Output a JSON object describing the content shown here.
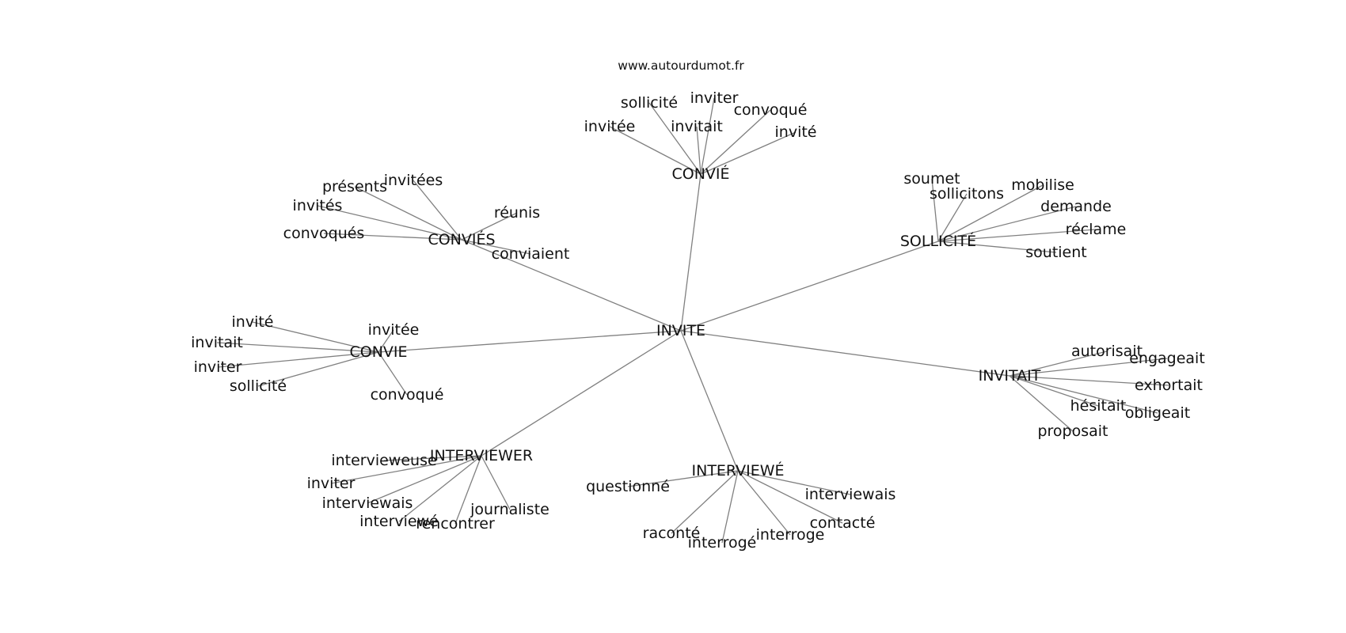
{
  "site": "www.autourdumot.fr",
  "graph": {
    "root": "INVITE",
    "groups": [
      {
        "hub": "CONVIÉ",
        "leaves": [
          "invitée",
          "sollicité",
          "invitait",
          "inviter",
          "convoqué",
          "invité"
        ]
      },
      {
        "hub": "CONVIÉS",
        "leaves": [
          "convoqués",
          "invités",
          "présents",
          "invitées",
          "réunis",
          "conviaient"
        ]
      },
      {
        "hub": "SOLLICITÉ",
        "leaves": [
          "soumet",
          "sollicitons",
          "mobilise",
          "demande",
          "réclame",
          "soutient"
        ]
      },
      {
        "hub": "CONVIE",
        "leaves": [
          "invité",
          "invitée",
          "invitait",
          "inviter",
          "sollicité",
          "convoqué"
        ]
      },
      {
        "hub": "INVITAIT",
        "leaves": [
          "autorisait",
          "engageait",
          "exhortait",
          "hésitait",
          "obligeait",
          "proposait"
        ]
      },
      {
        "hub": "INTERVIEWER",
        "leaves": [
          "intervieweuse",
          "inviter",
          "interviewais",
          "interviewé",
          "rencontrer",
          "journaliste"
        ]
      },
      {
        "hub": "INTERVIEWÉ",
        "leaves": [
          "questionné",
          "raconté",
          "interrogé",
          "interroge",
          "contacté",
          "interviewais"
        ]
      }
    ]
  }
}
